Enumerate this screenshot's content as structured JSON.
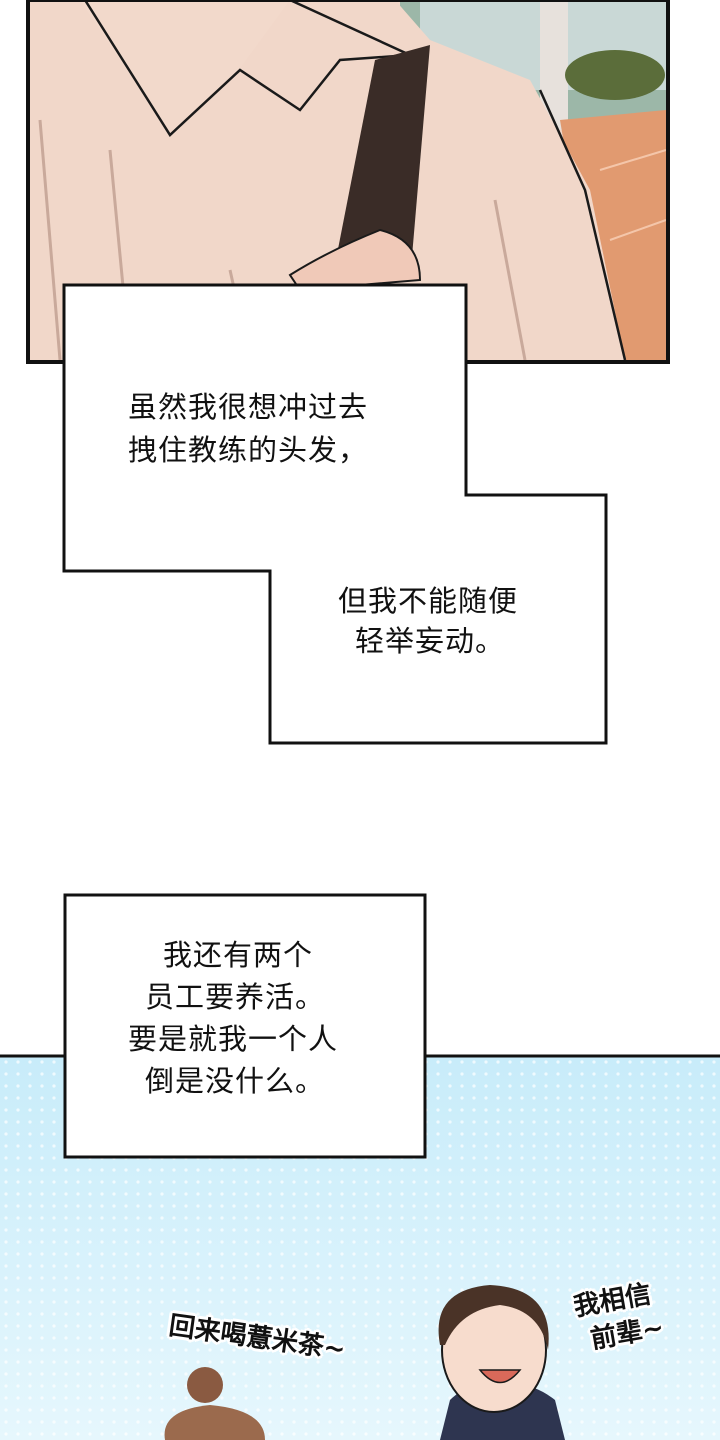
{
  "panel1": {
    "caption_a": [
      "虽然我很想冲过去",
      "拽住教练的头发，"
    ],
    "caption_b": [
      "但我不能随便",
      "轻举妄动。"
    ]
  },
  "panel2": {
    "caption": [
      "我还有两个",
      "员工要养活。",
      "要是就我一个人",
      "倒是没什么。"
    ]
  },
  "panel3": {
    "sfx_left": "回来喝薏米茶~",
    "sfx_right": [
      "我相信",
      "前辈~"
    ]
  },
  "colors": {
    "shirt": "#f1d7c9",
    "strap": "#3a2c27",
    "track": "#e09a70",
    "sky_panel": "#cfeefa"
  }
}
